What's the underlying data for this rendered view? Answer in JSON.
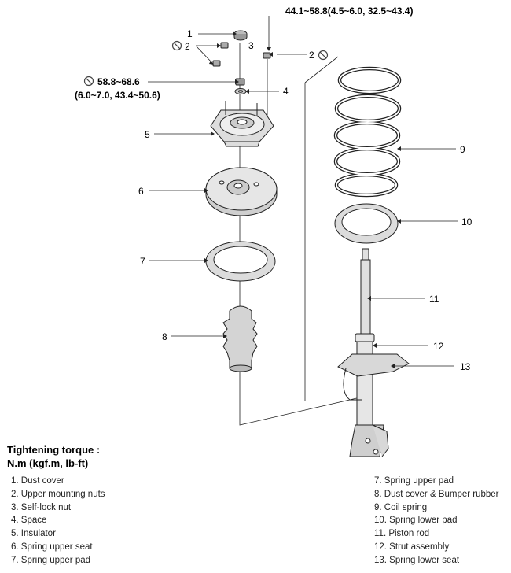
{
  "torque_specs": {
    "upper_nut_torque": "44.1~58.8(4.5~6.0, 32.5~43.4)",
    "self_lock_torque_nm": "58.8~68.6",
    "self_lock_torque_alt": "(6.0~7.0, 43.4~50.6)"
  },
  "callouts": {
    "c1": "1",
    "c2_left": "2",
    "c2_right": "2",
    "c3": "3",
    "c4": "4",
    "c5": "5",
    "c6": "6",
    "c7": "7",
    "c8": "8",
    "c9": "9",
    "c10": "10",
    "c11": "11",
    "c12": "12",
    "c13": "13"
  },
  "tightening": {
    "title": "Tightening torque :",
    "units": "N.m (kgf.m,  lb-ft)"
  },
  "legend_left": [
    "1. Dust cover",
    "2. Upper mounting nuts",
    "3. Self-lock nut",
    "4. Space",
    "5. Insulator",
    "6. Spring upper seat",
    "7. Spring upper pad"
  ],
  "legend_right": [
    "7. Spring upper pad",
    "8. Dust cover & Bumper rubber",
    "9. Coil spring",
    "10. Spring lower pad",
    "11. Piston rod",
    "12. Strut assembly",
    "13. Spring lower seat"
  ],
  "icons": {
    "no_reuse": "no-reuse-icon"
  }
}
